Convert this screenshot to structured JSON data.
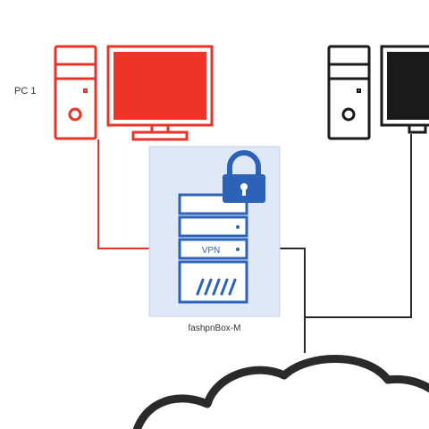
{
  "nodes": {
    "pc1": {
      "label": "PC 1"
    },
    "pc2": {
      "label": ""
    },
    "vpn_box": {
      "label": "fashpnBox-M",
      "port_label": "VPN"
    },
    "cloud": {
      "label": ""
    }
  },
  "colors": {
    "pc1": "#e8332a",
    "pc1_screen": "#ee3327",
    "pc2": "#1a1a1a",
    "vpn": "#2c62b8",
    "vpn_fill": "#ffffff",
    "vpn_panel": "#dfe8f7",
    "lock": "#2c62b8",
    "link_red": "#e8332a",
    "link_dark": "#2a2a2a"
  },
  "icons": {
    "pc1_tower": "desktop-tower-icon",
    "pc1_monitor": "monitor-icon",
    "pc2_tower": "desktop-tower-icon",
    "pc2_monitor": "monitor-icon",
    "vpn_server": "server-icon",
    "lock": "lock-icon",
    "cloud": "cloud-icon"
  }
}
